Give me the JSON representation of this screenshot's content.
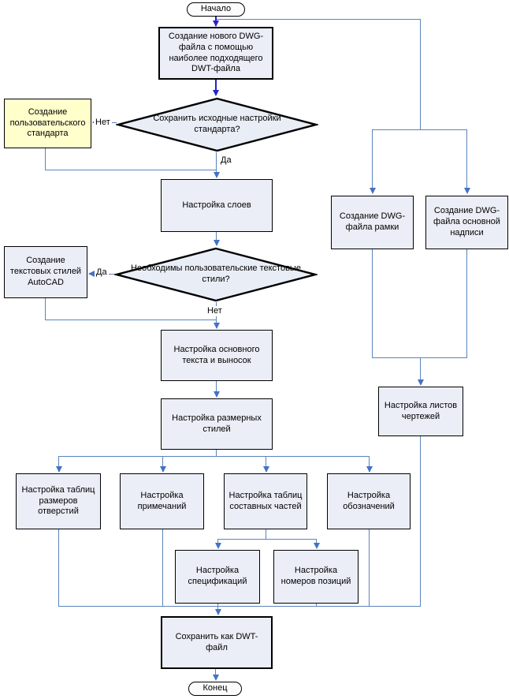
{
  "colors": {
    "node_fill": "#ebeef6",
    "node_border": "#000000",
    "decision_fill": "#e9edf5",
    "alt_fill": "#ffffcc",
    "terminator_fill": "#fcfcfc",
    "connector": "#5b84bb",
    "arrow": "#4472c4",
    "arrow_strong": "#2323cd"
  },
  "nodes": {
    "start": "Начало",
    "create_dwg": "Создание нового DWG-файла с помощью наиболее подходящего DWT-файла",
    "keep_settings_q": "Сохранить исходные настройки стандарта?",
    "custom_standard": "Создание пользовательского стандарта",
    "layers": "Настройка слоев",
    "dwg_frame": "Создание DWG-файла рамки",
    "dwg_titleblock": "Создание DWG-файла основной надписи",
    "need_styles_q": "Необходимы пользовательские текстовые стили?",
    "text_styles": "Создание текстовых стилей AutoCAD",
    "base_text": "Настройка основного текста и выносок",
    "dim_styles": "Настройка размерных стилей",
    "sheets": "Настройка листов чертежей",
    "hole_tables": "Настройка таблиц размеров отверстий",
    "notes": "Настройка примечаний",
    "parts_tables": "Настройка таблиц составных частей",
    "symbols": "Настройка обозначений",
    "specs": "Настройка спецификаций",
    "item_numbers": "Настройка номеров позиций",
    "save_dwt": "Сохранить как DWT-файл",
    "end": "Конец"
  },
  "edge_labels": {
    "d1_no": "Нет",
    "d1_yes": "Да",
    "d2_yes": "Да",
    "d2_no": "Нет"
  }
}
